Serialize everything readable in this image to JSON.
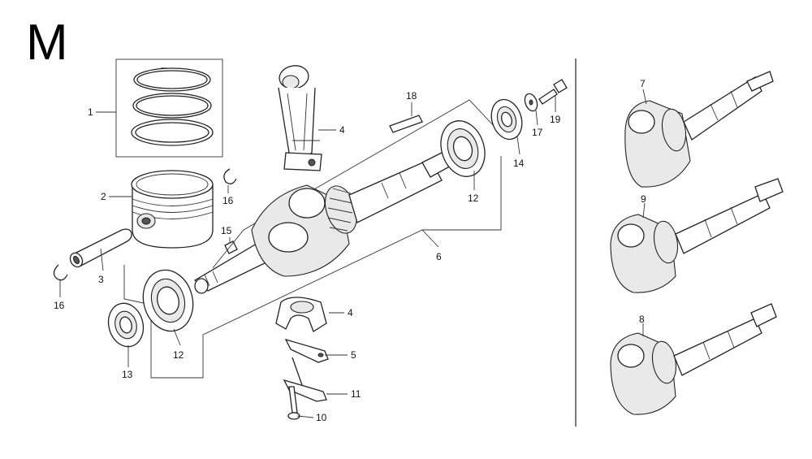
{
  "page": {
    "section_letter": "M"
  },
  "callouts": {
    "c1": "1",
    "c2": "2",
    "c3": "3",
    "c4a": "4",
    "c4b": "4",
    "c5": "5",
    "c6": "6",
    "c7": "7",
    "c8": "8",
    "c9": "9",
    "c10": "10",
    "c11": "11",
    "c12a": "12",
    "c12b": "12",
    "c13": "13",
    "c14": "14",
    "c15": "15",
    "c16a": "16",
    "c16b": "16",
    "c17": "17",
    "c18": "18",
    "c19": "19"
  }
}
